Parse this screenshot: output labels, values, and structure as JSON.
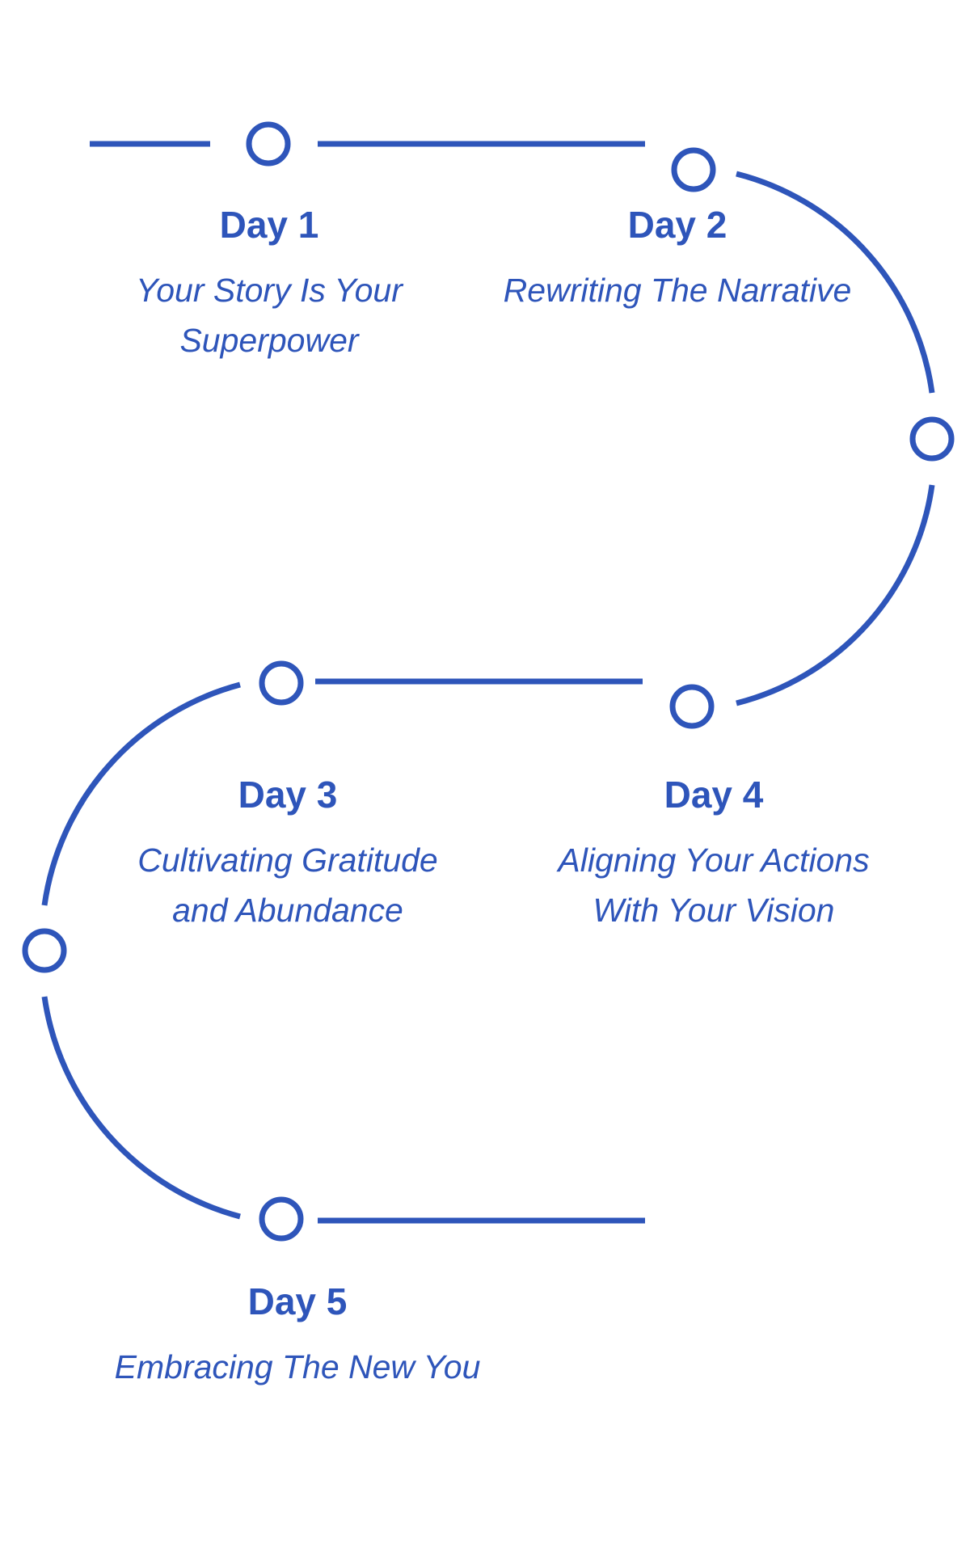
{
  "theme": {
    "accent": "#2E55BA",
    "background": "#FFFFFF"
  },
  "steps": [
    {
      "day": "Day 1",
      "lines": [
        "Your Story Is Your",
        "Superpower"
      ]
    },
    {
      "day": "Day 2",
      "lines": [
        "Rewriting The Narrative"
      ]
    },
    {
      "day": "Day 3",
      "lines": [
        "Cultivating Gratitude",
        "and Abundance"
      ]
    },
    {
      "day": "Day 4",
      "lines": [
        "Aligning Your Actions",
        "With Your Vision"
      ]
    },
    {
      "day": "Day 5",
      "lines": [
        "Embracing The New You"
      ]
    }
  ]
}
